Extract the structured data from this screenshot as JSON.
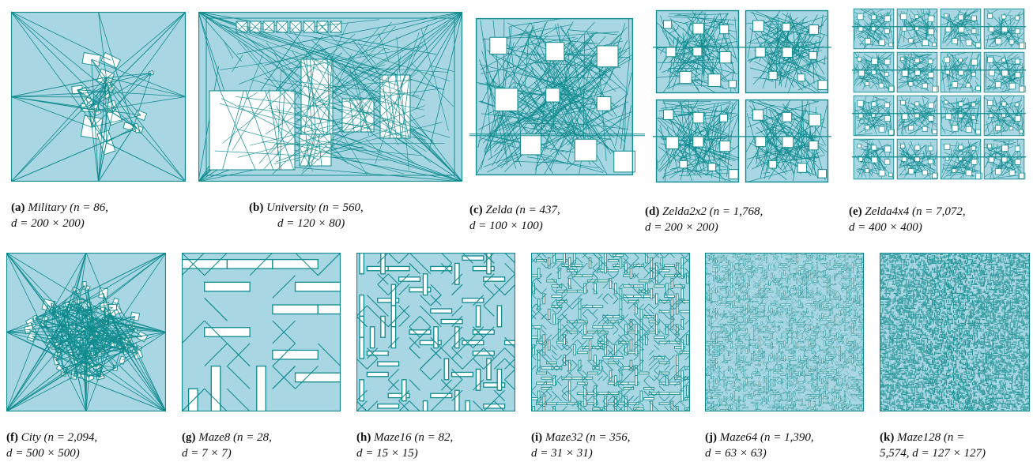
{
  "colors": {
    "fill": "#a9d6e3",
    "stroke": "#0e8b8e",
    "hole": "#ffffff"
  },
  "figures": [
    {
      "id": "a",
      "label": "(a)",
      "name": "Military",
      "caption_line1": " (n = 86,",
      "caption_line2": "d = 200 × 200)",
      "style": "blobs"
    },
    {
      "id": "b",
      "label": "(b)",
      "name": "University",
      "caption_line1": " (n = 560,",
      "caption_line2": "d = 120 × 80)",
      "style": "rooms"
    },
    {
      "id": "c",
      "label": "(c)",
      "name": "Zelda",
      "caption_line1": " (n = 437,",
      "caption_line2": "d = 100 × 100)",
      "style": "zelda"
    },
    {
      "id": "d",
      "label": "(d)",
      "name": "Zelda2x2",
      "caption_line1": " (n = 1,768,",
      "caption_line2": "d = 200 × 200)",
      "style": "zelda-grid"
    },
    {
      "id": "e",
      "label": "(e)",
      "name": "Zelda4x4",
      "caption_line1": " (n = 7,072,",
      "caption_line2": "d = 400 × 400)",
      "style": "zelda-grid"
    },
    {
      "id": "f",
      "label": "(f)",
      "name": "City",
      "caption_line1": " (n = 2,094,",
      "caption_line2": "d = 500 × 500)",
      "style": "blobs"
    },
    {
      "id": "g",
      "label": "(g)",
      "name": "Maze8",
      "caption_line1": " (n = 28,",
      "caption_line2": "d = 7 × 7)",
      "style": "maze"
    },
    {
      "id": "h",
      "label": "(h)",
      "name": "Maze16",
      "caption_line1": " (n = 82,",
      "caption_line2": "d = 15 × 15)",
      "style": "maze"
    },
    {
      "id": "i",
      "label": "(i)",
      "name": "Maze32",
      "caption_line1": " (n = 356,",
      "caption_line2": "d = 31 × 31)",
      "style": "maze"
    },
    {
      "id": "j",
      "label": "(j)",
      "name": "Maze64",
      "caption_line1": " (n = 1,390,",
      "caption_line2": "d = 63 × 63)",
      "style": "maze"
    },
    {
      "id": "k",
      "label": "(k)",
      "name": "Maze128",
      "caption_line1": " (n =",
      "caption_line2": "5,574, d = 127 × 127)",
      "style": "maze"
    }
  ]
}
